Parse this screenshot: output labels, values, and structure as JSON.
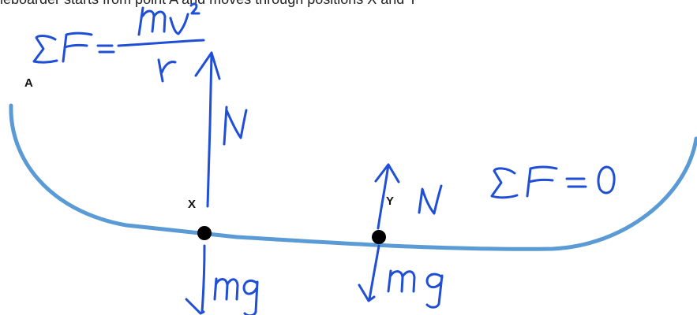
{
  "caption": "ieboarder starts from point A and moves through positions X and Y",
  "points": {
    "a": "A",
    "x": "X",
    "y": "Y"
  },
  "colors": {
    "track": "#5b9bd5",
    "ink": "#1f4fd6",
    "dot": "#000000"
  },
  "annotations": {
    "net_force_x": "ΣF = mv²/r",
    "normal_x": "N",
    "weight_x": "mg",
    "normal_y": "N",
    "net_force_y": "ΣF = 0",
    "weight_y": "mg"
  }
}
